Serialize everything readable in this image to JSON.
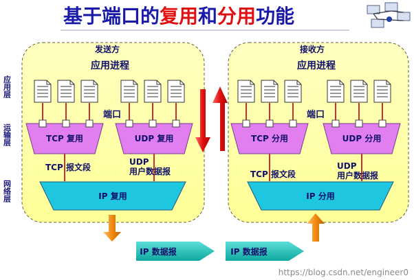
{
  "title": {
    "part1": "基于端口的",
    "part2": "复用",
    "part3": "和",
    "part4": "分用",
    "part5": "功能"
  },
  "layers": {
    "app": "应用层",
    "transport": "运输层",
    "network": "网络层"
  },
  "sender": {
    "header": "发送方",
    "app_process": "应用进程",
    "port": "端口",
    "tcp_box": "TCP 复用",
    "udp_box": "UDP 复用",
    "tcp_segment": "TCP 报文段",
    "udp_line1": "UDP",
    "udp_line2": "用户数据报",
    "ip_box": "IP 复用",
    "ip_datagram": "IP 数据报"
  },
  "receiver": {
    "header": "接收方",
    "app_process": "应用进程",
    "port": "端口",
    "tcp_box": "TCP 分用",
    "udp_box": "UDP 分用",
    "tcp_segment": "TCP 报文段",
    "udp_line1": "UDP",
    "udp_line2": "用户数据报",
    "ip_box": "IP 分用",
    "ip_datagram": "IP 数据报"
  },
  "watermark": "https://blog.csdn.net/engineer0",
  "colors": {
    "panel_fill": "#ffffa8",
    "title_blue": "#1a1aa8",
    "title_red": "#e01010",
    "transport_fill": "#e27ff0",
    "ip_fill": "#1ec6e0",
    "arrow_red": "#e01818",
    "arrow_orange": "#f08a10",
    "datagram_fill": "#19c0b8",
    "port_line": "#c83232",
    "label_dark": "#101070"
  }
}
